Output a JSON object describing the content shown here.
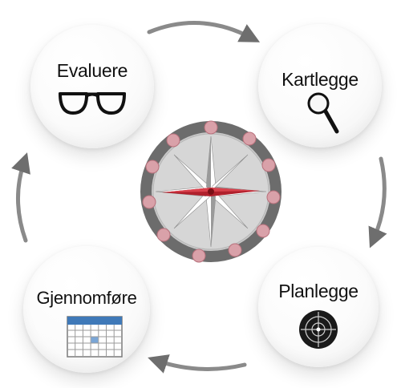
{
  "cycle": {
    "steps": [
      {
        "id": "evaluere",
        "label": "Evaluere",
        "icon": "glasses-icon"
      },
      {
        "id": "kartlegge",
        "label": "Kartlegge",
        "icon": "magnifier-icon"
      },
      {
        "id": "planlegge",
        "label": "Planlegge",
        "icon": "target-icon"
      },
      {
        "id": "gjennomfore",
        "label": "Gjennomføre",
        "icon": "calendar-icon"
      }
    ],
    "arrow_direction": "clockwise",
    "center_icon": "compass-icon"
  },
  "colors": {
    "arrow": "#707070",
    "compass_ring": "#6e6e6e",
    "compass_dots": "#d9a1a9",
    "needle": "#b0202c",
    "calendar_header": "#3f79b8"
  }
}
